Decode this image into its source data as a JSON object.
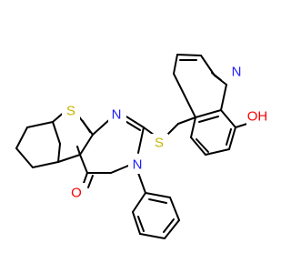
{
  "molecule": {
    "atoms": [
      {
        "label": "S",
        "color": "#c8b400"
      },
      {
        "label": "N",
        "color": "#2020ff"
      },
      {
        "label": "S",
        "color": "#c8b400"
      },
      {
        "label": "N",
        "color": "#2020ff"
      },
      {
        "label": "O",
        "color": "#ff0000"
      },
      {
        "label": "N",
        "color": "#2020ff"
      },
      {
        "label": "OH",
        "color": "#ff0000"
      }
    ]
  }
}
